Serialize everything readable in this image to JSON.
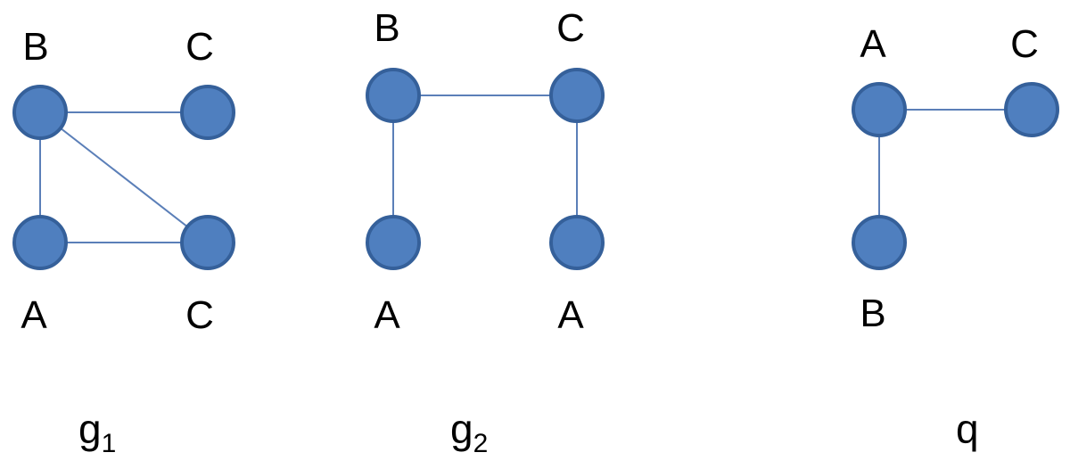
{
  "node_color": "#4f7fbf",
  "node_border_color": "#35609a",
  "edge_color": "#5b7fb8",
  "graphs": [
    {
      "caption": "g",
      "caption_sub": "1",
      "nodes": [
        {
          "id": "g1-b",
          "label": "B"
        },
        {
          "id": "g1-c-top",
          "label": "C"
        },
        {
          "id": "g1-a",
          "label": "A"
        },
        {
          "id": "g1-c-bottom",
          "label": "C"
        }
      ],
      "edges": [
        [
          "g1-b",
          "g1-c-top"
        ],
        [
          "g1-b",
          "g1-a"
        ],
        [
          "g1-b",
          "g1-c-bottom"
        ],
        [
          "g1-a",
          "g1-c-bottom"
        ]
      ]
    },
    {
      "caption": "g",
      "caption_sub": "2",
      "nodes": [
        {
          "id": "g2-b",
          "label": "B"
        },
        {
          "id": "g2-c",
          "label": "C"
        },
        {
          "id": "g2-a-left",
          "label": "A"
        },
        {
          "id": "g2-a-right",
          "label": "A"
        }
      ],
      "edges": [
        [
          "g2-b",
          "g2-c"
        ],
        [
          "g2-b",
          "g2-a-left"
        ],
        [
          "g2-c",
          "g2-a-right"
        ]
      ]
    },
    {
      "caption": "q",
      "caption_sub": "",
      "nodes": [
        {
          "id": "q-a",
          "label": "A"
        },
        {
          "id": "q-c",
          "label": "C"
        },
        {
          "id": "q-b",
          "label": "B"
        }
      ],
      "edges": [
        [
          "q-a",
          "q-c"
        ],
        [
          "q-a",
          "q-b"
        ]
      ]
    }
  ]
}
